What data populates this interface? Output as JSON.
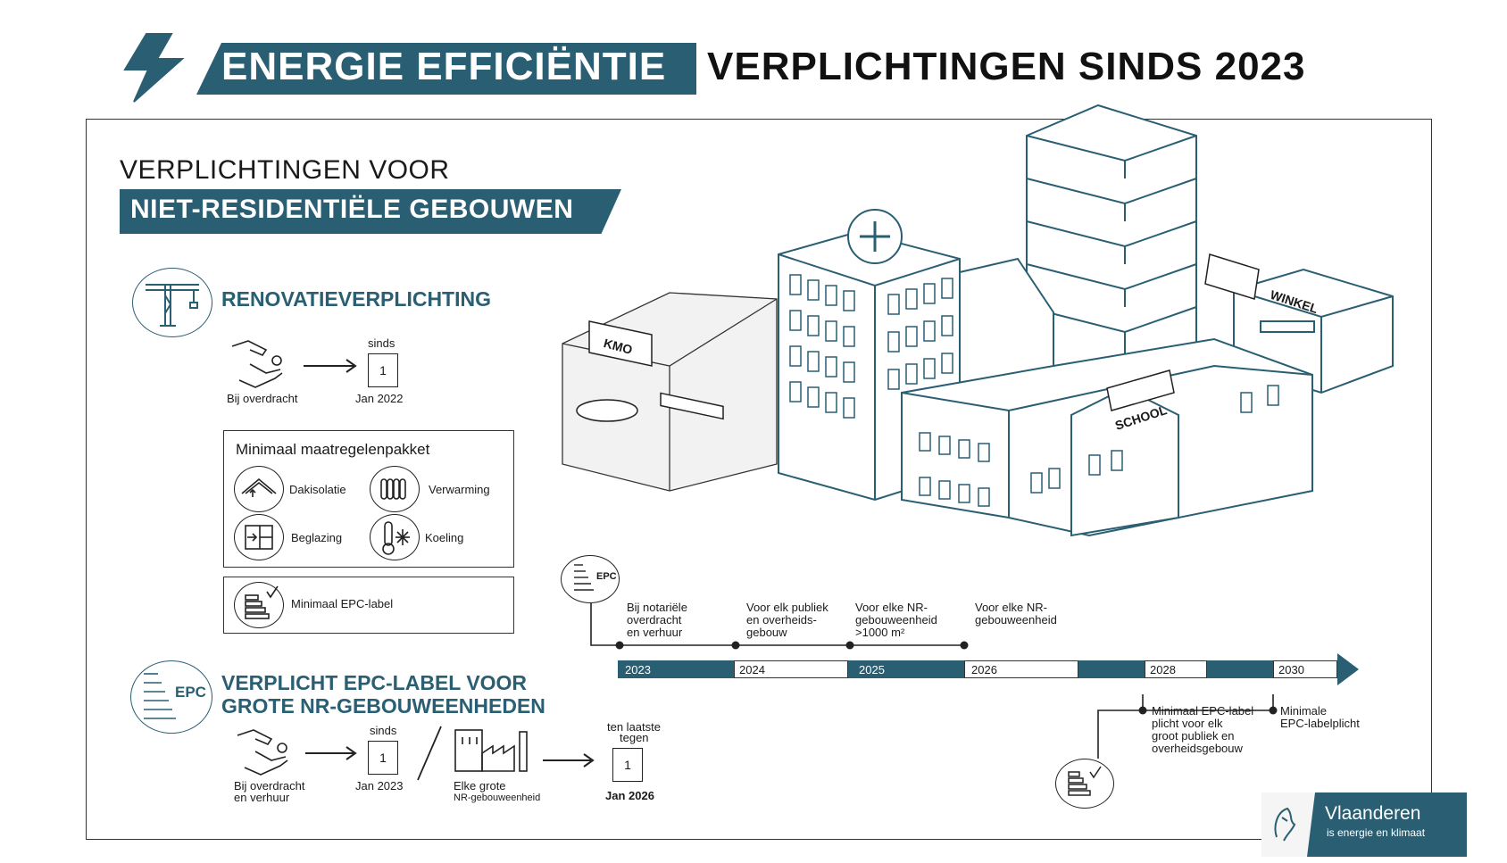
{
  "header": {
    "title_highlight": "ENERGIE EFFICIËNTIE",
    "title_rest": "VERPLICHTINGEN SINDS 2023"
  },
  "subtitle": {
    "line1": "VERPLICHTINGEN VOOR",
    "line2": "NIET-RESIDENTIËLE GEBOUWEN"
  },
  "renovatie": {
    "heading": "RENOVATIEVERPLICHTING",
    "transfer_label": "Bij overdracht",
    "since_label": "sinds",
    "since_date": "Jan 2022",
    "package_title": "Minimaal maatregelenpakket",
    "measures": [
      "Dakisolatie",
      "Verwarming",
      "Beglazing",
      "Koeling"
    ],
    "epc_min_label": "Minimaal EPC-label"
  },
  "epc_section": {
    "badge": "EPC",
    "heading_line1": "VERPLICHT EPC-LABEL VOOR",
    "heading_line2": "GROTE NR-GEBOUWEENHEDEN",
    "transfer_label_1": "Bij overdracht",
    "transfer_label_2": "en verhuur",
    "since_label": "sinds",
    "since_date": "Jan 2023",
    "building_label_1": "Elke grote",
    "building_label_2": "NR-gebouweenheid",
    "deadline_label_1": "ten laatste",
    "deadline_label_2": "tegen",
    "deadline_date": "Jan 2026",
    "calendar_day": "1"
  },
  "buildings": {
    "kmo_sign": "KMO",
    "school_sign": "SCHOOL",
    "shop_sign": "WINKEL"
  },
  "timeline": {
    "badge": "EPC",
    "years": [
      "2023",
      "2024",
      "2025",
      "2026",
      "2028",
      "2030"
    ],
    "above_notes": [
      [
        "Bij notariële",
        "overdracht",
        "en verhuur"
      ],
      [
        "Voor elk publiek",
        "en overheids-",
        "gebouw"
      ],
      [
        "Voor elke NR-",
        "gebouweenheid",
        ">1000 m²"
      ],
      [
        "Voor elke NR-",
        "gebouweenheid"
      ]
    ],
    "below_notes": [
      [
        "Minimaal EPC-label",
        "plicht voor elk",
        "groot publiek en",
        "overheidsgebouw"
      ],
      [
        "Minimale",
        "EPC-labelplicht"
      ]
    ]
  },
  "logo": {
    "name": "Vlaanderen",
    "tagline": "is energie en klimaat"
  },
  "colors": {
    "accent": "#2a5f73",
    "line": "#222222",
    "building_stroke": "#2a5f73"
  }
}
